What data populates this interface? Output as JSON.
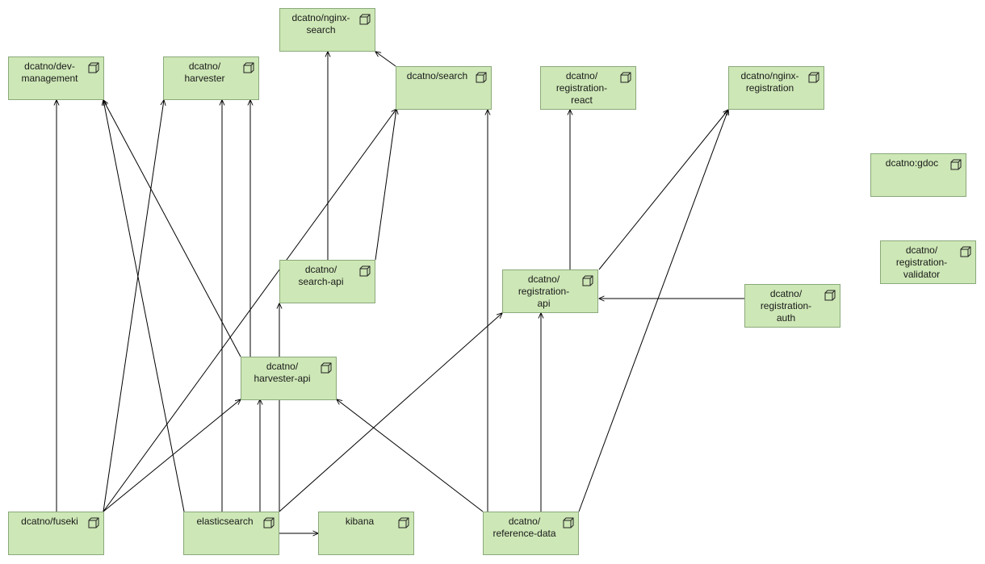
{
  "nodes": {
    "nginx_search": {
      "label": "dcatno/nginx-\nsearch",
      "icon": "container-icon"
    },
    "dev_management": {
      "label": "dcatno/dev-\nmanagement",
      "icon": "container-icon"
    },
    "harvester": {
      "label": "dcatno/\nharvester",
      "icon": "container-icon"
    },
    "search": {
      "label": "dcatno/search",
      "icon": "container-icon"
    },
    "registration_react": {
      "label": "dcatno/\nregistration-\nreact",
      "icon": "container-icon"
    },
    "nginx_registration": {
      "label": "dcatno/nginx-\nregistration",
      "icon": "container-icon"
    },
    "gdoc": {
      "label": "dcatno:gdoc",
      "icon": "container-icon"
    },
    "registration_validator": {
      "label": "dcatno/\nregistration-\nvalidator",
      "icon": "container-icon"
    },
    "search_api": {
      "label": "dcatno/\nsearch-api",
      "icon": "container-icon"
    },
    "registration_api": {
      "label": "dcatno/\nregistration-\napi",
      "icon": "container-icon"
    },
    "registration_auth": {
      "label": "dcatno/\nregistration-\nauth",
      "icon": "container-icon"
    },
    "harvester_api": {
      "label": "dcatno/\nharvester-api",
      "icon": "container-icon"
    },
    "fuseki": {
      "label": "dcatno/fuseki",
      "icon": "container-icon"
    },
    "elasticsearch": {
      "label": "elasticsearch",
      "icon": "container-icon"
    },
    "kibana": {
      "label": "kibana",
      "icon": "container-icon"
    },
    "reference_data": {
      "label": "dcatno/\nreference-data",
      "icon": "container-icon"
    }
  },
  "edges": [
    {
      "from": "fuseki",
      "to": "dev_management"
    },
    {
      "from": "fuseki",
      "to": "harvester"
    },
    {
      "from": "fuseki",
      "to": "search"
    },
    {
      "from": "fuseki",
      "to": "harvester_api"
    },
    {
      "from": "elasticsearch",
      "to": "dev_management"
    },
    {
      "from": "elasticsearch",
      "to": "harvester"
    },
    {
      "from": "elasticsearch",
      "to": "harvester_api"
    },
    {
      "from": "elasticsearch",
      "to": "search_api"
    },
    {
      "from": "elasticsearch",
      "to": "registration_api"
    },
    {
      "from": "elasticsearch",
      "to": "kibana"
    },
    {
      "from": "harvester_api",
      "to": "dev_management"
    },
    {
      "from": "harvester_api",
      "to": "harvester"
    },
    {
      "from": "search_api",
      "to": "nginx_search"
    },
    {
      "from": "search_api",
      "to": "search"
    },
    {
      "from": "search",
      "to": "nginx_search"
    },
    {
      "from": "reference_data",
      "to": "search"
    },
    {
      "from": "reference_data",
      "to": "registration_api"
    },
    {
      "from": "reference_data",
      "to": "harvester_api"
    },
    {
      "from": "reference_data",
      "to": "nginx_registration"
    },
    {
      "from": "registration_api",
      "to": "registration_react"
    },
    {
      "from": "registration_api",
      "to": "nginx_registration"
    },
    {
      "from": "registration_auth",
      "to": "registration_api"
    }
  ]
}
